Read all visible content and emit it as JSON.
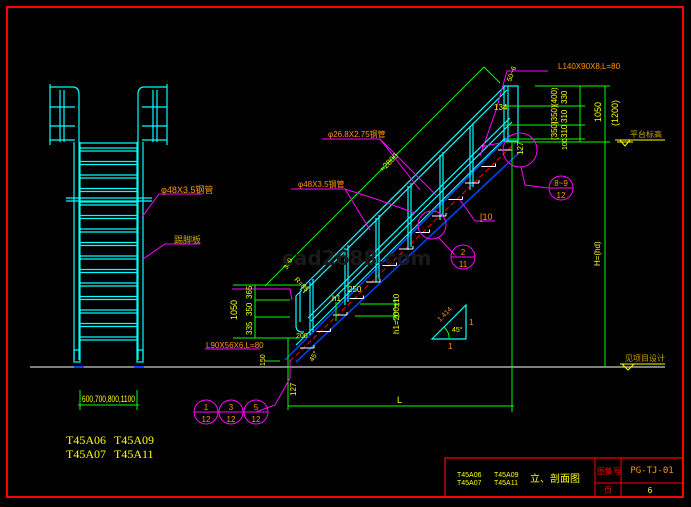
{
  "drawing": {
    "background": "#000000",
    "frame_color": "#ff0000",
    "watermark": "cad2688.com"
  },
  "front_view": {
    "pipe_label": "φ48X3.5钢管",
    "toe_board_label": "踢脚板",
    "width_dim": "600,700,800,1100",
    "models_line1_a": "T45A06",
    "models_line1_b": "T45A09",
    "models_line2_a": "T45A07",
    "models_line2_b": "T45A11"
  },
  "side_view": {
    "angle_label_top": "L140X90X8,L=80",
    "angle_label_bottom": "L90X56X6,L=80",
    "pipe_small": "φ26.8X2.75钢管",
    "pipe_large": "φ48X3.5钢管",
    "channel": "[10",
    "rail_length": "≈2800",
    "dim_top_1": "330",
    "dim_top_2": "310",
    "dim_top_3": "310",
    "dim_top_4": "100",
    "dim_top_p1": "(400)",
    "dim_top_p2": "(350)",
    "dim_top_p3": "(350)",
    "dim_top_total": "1050",
    "dim_top_total_p": "(1200)",
    "dim_top_small": "134",
    "dim_top_127": "127",
    "dim_top_angle": "50~6",
    "dim_top_r": "R=85",
    "dim_left_total": "1050",
    "dim_left_1": "365",
    "dim_left_2": "350",
    "dim_left_3": "335",
    "dim_left_300": "300",
    "dim_left_r": "R=85",
    "dim_150": "150",
    "dim_bottom_127": "127",
    "dim_200": "200",
    "dim_45": "45°",
    "step_h1": "h1",
    "step_250": "250",
    "step_h1_formula": "h1=200±10",
    "height_label": "H=(hd)",
    "length_label": "L",
    "platform_label": "平台标高",
    "ground_label": "见项目设计",
    "slope_hyp": "1.414",
    "slope_angle": "45°",
    "slope_v": "1",
    "slope_h": "1",
    "bubble_top_num": "8~9",
    "bubble_top_den": "12",
    "bubble_mid_num": "2",
    "bubble_mid_den": "11",
    "bubbles_bottom": [
      {
        "num": "1",
        "den": "12"
      },
      {
        "num": "3",
        "den": "12"
      },
      {
        "num": "5",
        "den": "12"
      }
    ]
  },
  "title_block": {
    "models_a1": "T45A06",
    "models_a2": "T45A07",
    "models_b1": "T45A09",
    "models_b2": "T45A11",
    "title": "立、剖面图",
    "atlas_label": "图集号",
    "atlas_value": "PG-TJ-01",
    "page_label": "页",
    "page_value": "6"
  }
}
